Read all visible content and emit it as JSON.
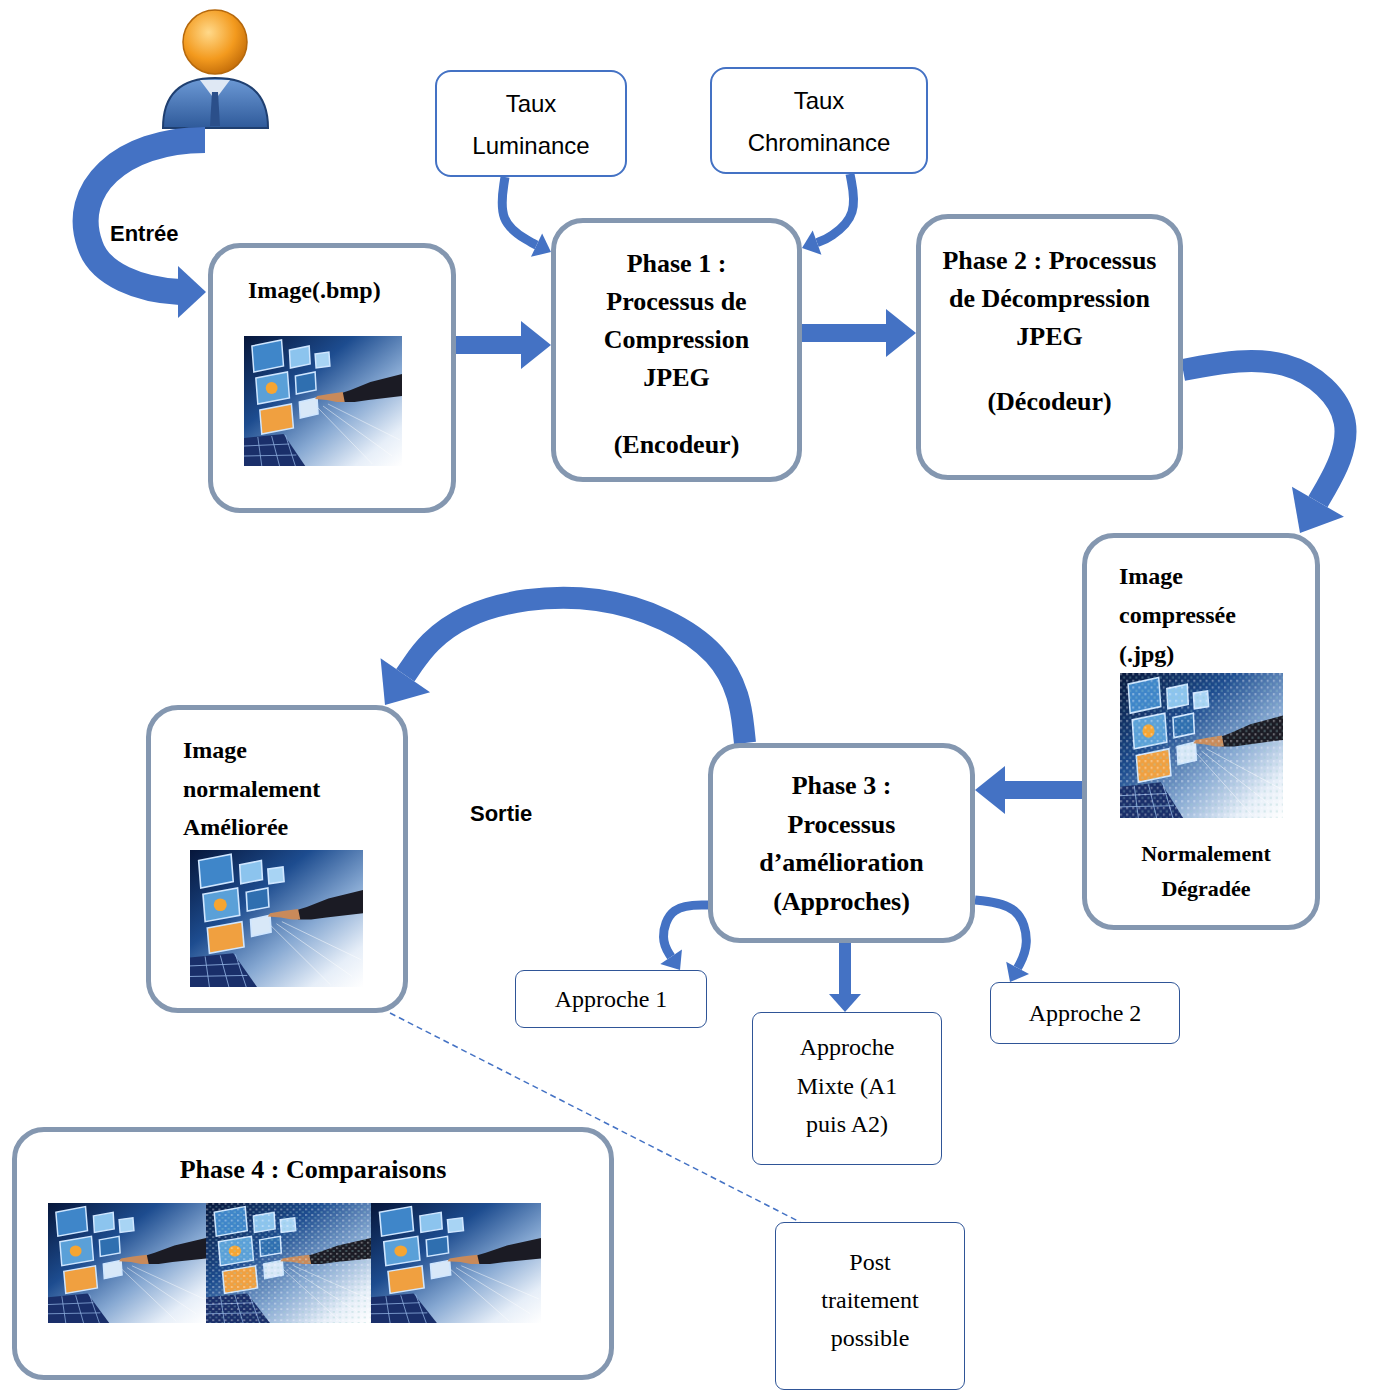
{
  "diagram": {
    "nodes": [
      {
        "text": [
          "Image(.bmp)"
        ]
      },
      {
        "text": [
          "Taux Luminance"
        ]
      },
      {
        "text": [
          "Taux Chrominance"
        ]
      },
      {
        "text": [
          "Phase 1 : Processus de Compression JPEG",
          "(Encodeur)"
        ]
      },
      {
        "text": [
          "Phase 2 : Processus de Décompression JPEG",
          "(Décodeur)"
        ]
      },
      {
        "text": [
          "Image compressée (.jpg)",
          "Normalement Dégradée"
        ]
      },
      {
        "text": [
          "Phase 3 : Processus d’amélioration (Approches)"
        ]
      },
      {
        "text": [
          "Approche 1"
        ]
      },
      {
        "text": [
          "Approche Mixte (A1 puis A2)"
        ]
      },
      {
        "text": [
          "Approche 2"
        ]
      },
      {
        "text": [
          "Image normalement Améliorée"
        ]
      },
      {
        "text": [
          "Phase 4 : Comparaisons"
        ]
      },
      {
        "text": [
          "Post traitement possible"
        ]
      }
    ],
    "edges": [
      {
        "from": 0,
        "to": 3,
        "arrow": "to"
      },
      {
        "from": 1,
        "to": 3,
        "arrow": "to"
      },
      {
        "from": 2,
        "to": 3,
        "arrow": "to"
      },
      {
        "from": 3,
        "to": 4,
        "arrow": "to"
      },
      {
        "from": 4,
        "to": 5,
        "arrow": "to"
      },
      {
        "from": 5,
        "to": 6,
        "arrow": "to"
      },
      {
        "from": 6,
        "to": 10,
        "arrow": "to"
      },
      {
        "from": 6,
        "to": 7,
        "arrow": "to"
      },
      {
        "from": 6,
        "to": 8,
        "arrow": "to"
      },
      {
        "from": 6,
        "to": 9,
        "arrow": "to"
      },
      {
        "from": 10,
        "to": 12,
        "arrow": "none"
      }
    ],
    "labels": [
      "Entrée",
      "Sortie"
    ]
  }
}
